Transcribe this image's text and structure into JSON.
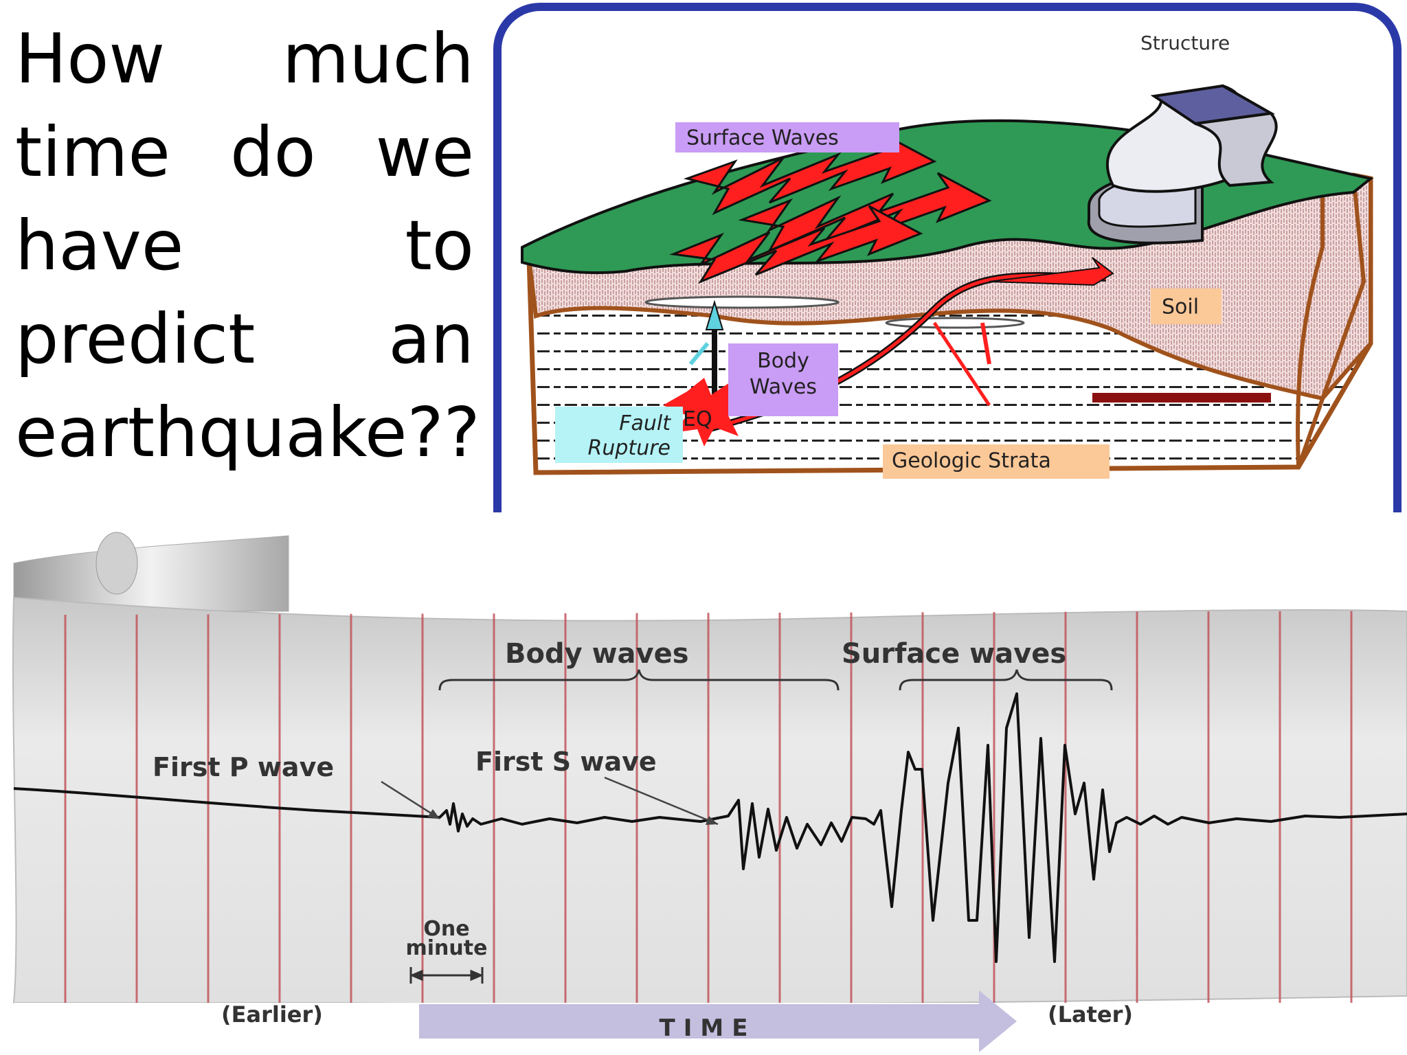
{
  "question": "How much time do we have to predict an earthquake??",
  "wave_diagram": {
    "labels": {
      "structure": "Structure",
      "surface_waves": "Surface Waves",
      "soil": "Soil",
      "body_waves_line1": "Body",
      "body_waves_line2": "Waves",
      "fault_line1": "Fault",
      "fault_line2": "Rupture",
      "eq": "EQ",
      "strata": "Geologic Strata"
    },
    "colors": {
      "frame": "#2b39a8",
      "ground": "#2f9a55",
      "wave_red": "#ff1f1f",
      "soil_edge": "#a0521c",
      "label_purple": "#c99cf5",
      "label_orange": "#fbc897",
      "label_cyan": "#b5f3f6"
    }
  },
  "seismogram": {
    "body_waves": "Body waves",
    "surface_waves": "Surface waves",
    "first_p": "First P wave",
    "first_s": "First S wave",
    "one": "One",
    "minute": "minute",
    "earlier": "(Earlier)",
    "time": "TIME",
    "later": "(Later)",
    "colors": {
      "paper": "#e4e4e4",
      "grid_line": "#c2565c",
      "trace": "#111111",
      "time_arrow": "#c4bedf"
    }
  }
}
